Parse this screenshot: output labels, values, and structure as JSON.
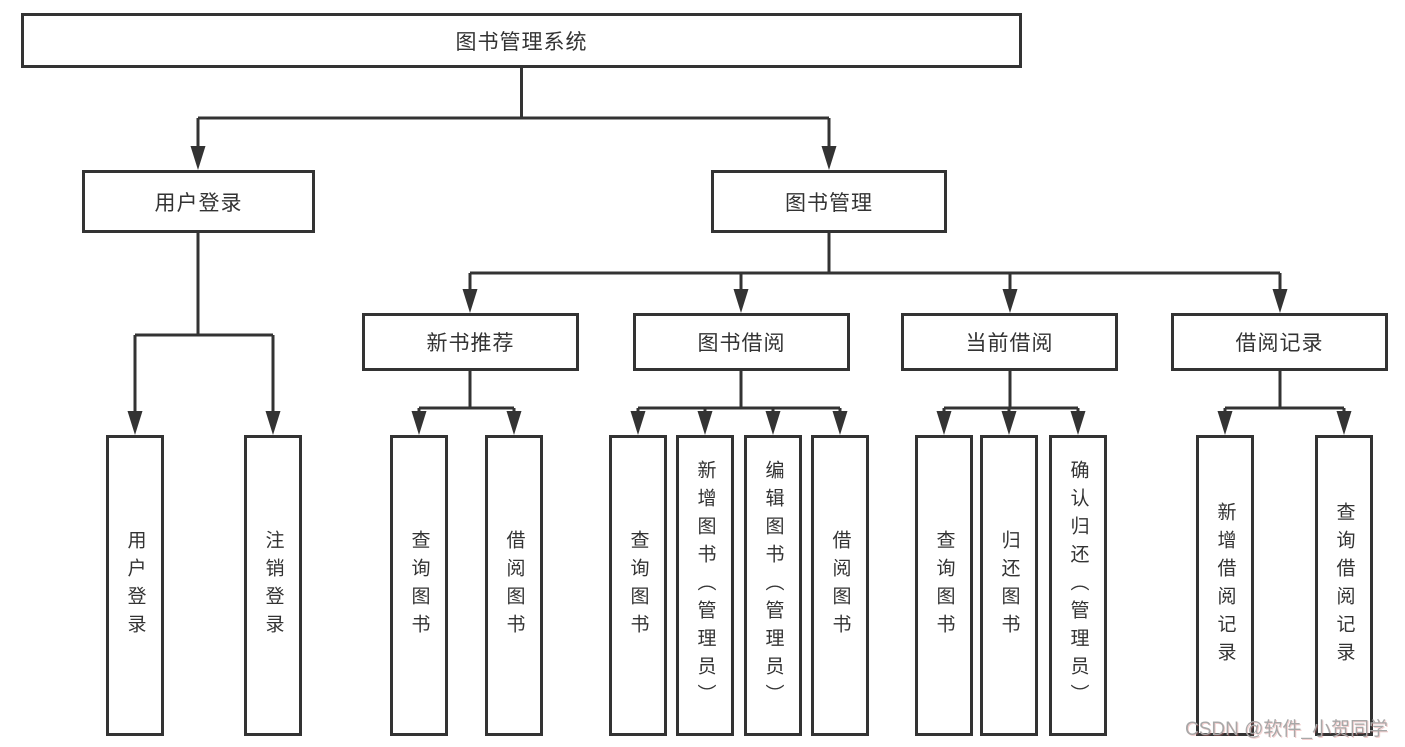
{
  "nodes": {
    "root": {
      "label": "图书管理系统"
    },
    "level2": [
      {
        "label": "用户登录"
      },
      {
        "label": "图书管理"
      }
    ],
    "level3": [
      {
        "label": "新书推荐"
      },
      {
        "label": "图书借阅"
      },
      {
        "label": "当前借阅"
      },
      {
        "label": "借阅记录"
      }
    ],
    "leaves": [
      {
        "label": "用户登录"
      },
      {
        "label": "注销登录"
      },
      {
        "label": "查询图书"
      },
      {
        "label": "借阅图书"
      },
      {
        "label": "查询图书"
      },
      {
        "label": "新增图书（管理员）"
      },
      {
        "label": "编辑图书（管理员）"
      },
      {
        "label": "借阅图书"
      },
      {
        "label": "查询图书"
      },
      {
        "label": "归还图书"
      },
      {
        "label": "确认归还（管理员）"
      },
      {
        "label": "新增借阅记录"
      },
      {
        "label": "查询借阅记录"
      }
    ]
  },
  "watermark": {
    "text": "CSDN @软件_小贺同学"
  },
  "colors": {
    "line": "#333333",
    "text": "#333333",
    "background": "#ffffff",
    "watermark": "#a8a8a8"
  }
}
